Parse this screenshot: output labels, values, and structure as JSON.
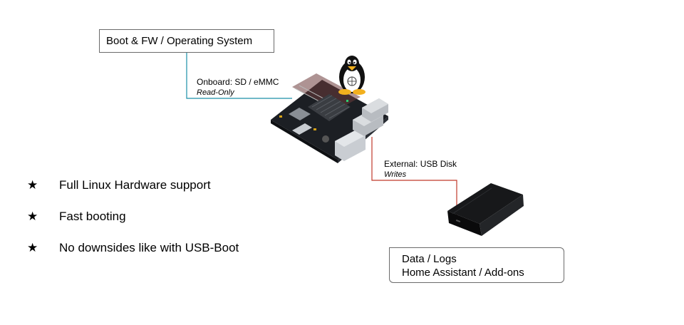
{
  "boxes": {
    "os_title": "Boot & FW / Operating System",
    "data_line1": "Data / Logs",
    "data_line2": "Home Assistant / Add-ons"
  },
  "labels": {
    "onboard": "Onboard: SD / eMMC",
    "onboard_sub": "Read-Only",
    "external": "External: USB Disk",
    "external_sub": "Writes"
  },
  "features": [
    "Full Linux Hardware support",
    "Fast booting",
    "No downsides like with USB-Boot"
  ],
  "bullet_glyph": "★",
  "colors": {
    "onboard_line": "#1a8fa8",
    "external_line": "#c0392b",
    "board_pcb": "#1c1f24",
    "disk_body": "#17181a"
  },
  "icons": {
    "board": "single-board-computer-icon",
    "mascot": "linux-penguin-icon",
    "disk": "usb-hard-disk-icon"
  }
}
